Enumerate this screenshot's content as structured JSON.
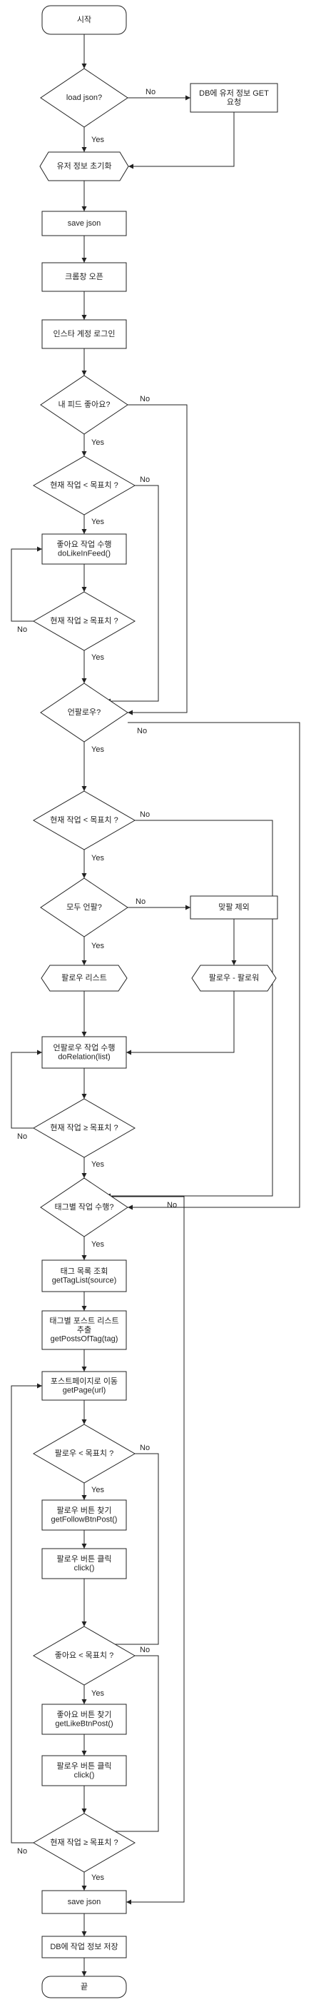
{
  "diagram": {
    "nodes": {
      "start": "시작",
      "load_json": "load json?",
      "db_get": [
        "DB에 유저 정보 GET",
        "요청"
      ],
      "init_user": "유저 정보 초기화",
      "save_json_1": "save json",
      "open_chrome": "크롬창 오픈",
      "insta_login": "인스타 계정 로그인",
      "like_feed_q": "내 피드 좋아요?",
      "cur_lt_goal_1": "현재 작업 < 목표치 ?",
      "do_like_feed": [
        "좋아요 작업 수행",
        "doLikeInFeed()"
      ],
      "cur_ge_goal_1": "현재 작업 ≥ 목표치 ?",
      "unfollow_q": "언팔로우?",
      "cur_lt_goal_2": "현재 작업 < 목표치 ?",
      "all_unfollow_q": "모두 언팔?",
      "exclude_mutual": "맞팔 제외",
      "following_list": "팔로우 리스트",
      "following_minus_follower": "팔로우 - 팔로워",
      "do_relation": [
        "언팔로우 작업 수행",
        "doRelation(list)"
      ],
      "cur_ge_goal_2": "현재 작업 ≥ 목표치 ?",
      "tag_task_q": "태그별 작업 수행?",
      "tag_list": [
        "태그 목록 조회",
        "getTagList(source)"
      ],
      "posts_of_tag": [
        "태그별 포스트 리스트",
        "추출",
        "getPostsOfTag(tag)"
      ],
      "get_page": [
        "포스트페이지로 이동",
        "getPage(url)"
      ],
      "follow_lt_goal": "팔로우 < 목표치 ?",
      "follow_btn": [
        "팔로우 버튼 찾기",
        "getFollowBtnPost()"
      ],
      "follow_click": [
        "팔로우 버튼 클릭",
        "click()"
      ],
      "like_lt_goal": "좋아요 < 목표치 ?",
      "like_btn": [
        "좋아요 버튼 찾기",
        "getLikeBtnPost()"
      ],
      "like_click": [
        "팔로우 버튼 클릭",
        "click()"
      ],
      "cur_ge_goal_3": "현재 작업 ≥ 목표치 ?",
      "save_json_2": "save json",
      "db_save": "DB에 작업 정보 저장",
      "end": "끝"
    },
    "edge_labels": {
      "no_load": "No",
      "yes_load": "Yes",
      "no_like_feed": "No",
      "yes_like_feed": "Yes",
      "no_cur1": "No",
      "yes_cur1": "Yes",
      "no_ge1": "No",
      "yes_ge1": "Yes",
      "no_unfollow": "No",
      "yes_unfollow": "Yes",
      "no_cur2": "No",
      "yes_cur2": "Yes",
      "no_all": "No",
      "yes_all": "Yes",
      "no_ge2": "No",
      "yes_ge2": "Yes",
      "no_tag": "No",
      "yes_tag": "Yes",
      "no_follow": "No",
      "yes_follow": "Yes",
      "no_like": "No",
      "yes_like": "Yes",
      "no_ge3": "No",
      "yes_ge3": "Yes"
    }
  }
}
